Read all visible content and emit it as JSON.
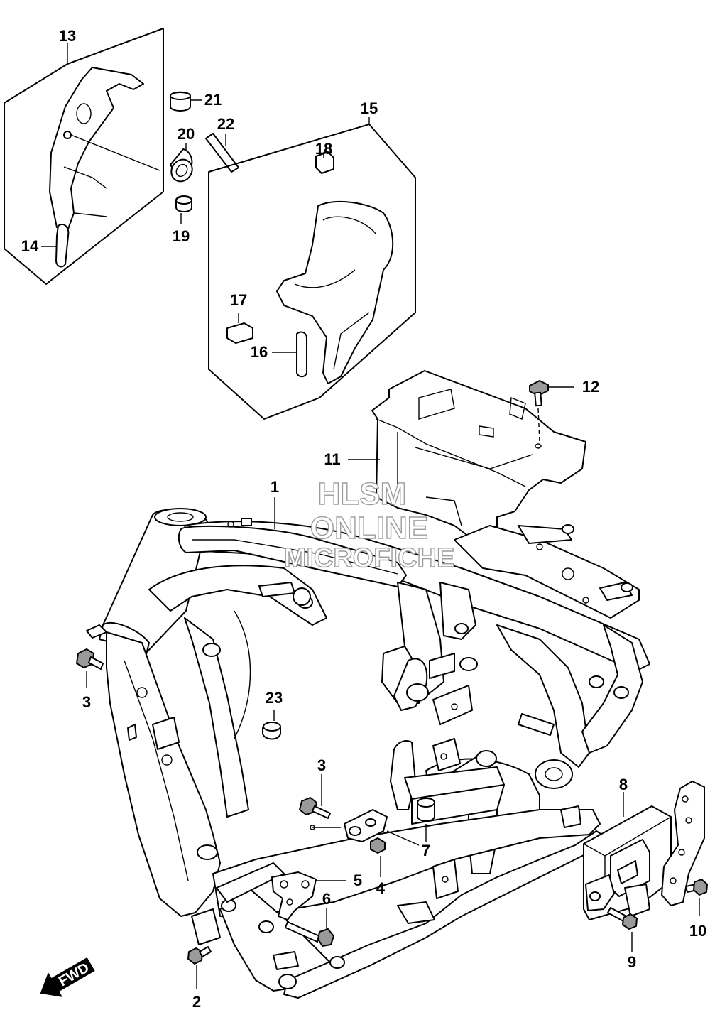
{
  "diagram": {
    "callouts": {
      "c1": "1",
      "c2": "2",
      "c3a": "3",
      "c3b": "3",
      "c4": "4",
      "c5": "5",
      "c6": "6",
      "c7": "7",
      "c8": "8",
      "c9": "9",
      "c10": "10",
      "c11": "11",
      "c12": "12",
      "c13": "13",
      "c14": "14",
      "c15": "15",
      "c16": "16",
      "c17": "17",
      "c18": "18",
      "c19": "19",
      "c20": "20",
      "c21": "21",
      "c22": "22",
      "c23": "23"
    },
    "watermark": {
      "line1": "HLSM",
      "line2": "ONLINE",
      "line3": "MICROFICHE"
    },
    "fwd_label": "FWD"
  }
}
